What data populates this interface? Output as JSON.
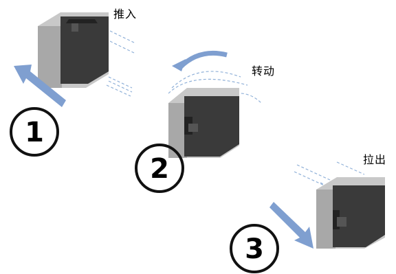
{
  "steps": [
    {
      "number": "1",
      "label": "推入"
    },
    {
      "number": "2",
      "label": "转动"
    },
    {
      "number": "3",
      "label": "拉出"
    }
  ],
  "colors": {
    "arrow": "#7f9fd0",
    "cube_front": "#3a3a3a",
    "cube_side": "#a8a8a8",
    "cube_top": "#c8c8c8",
    "guide_lines": "#8fb0d8"
  }
}
